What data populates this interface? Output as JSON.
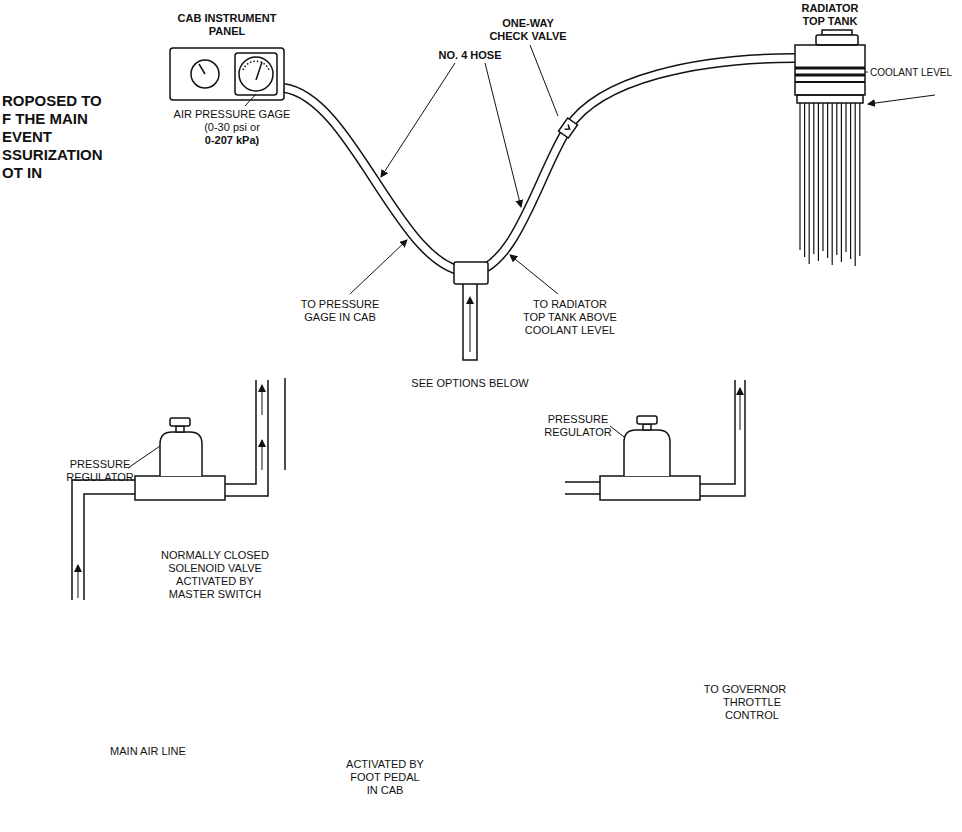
{
  "diagram": {
    "nodes": [
      {
        "text": [
          "CAB INSTRUMENT PANEL"
        ]
      },
      {
        "text": [
          "RADIATOR TOP TANK"
        ]
      }
    ],
    "edges": [
      {
        "from": 0,
        "to": 1,
        "arrow": "none"
      }
    ],
    "labels": [
      "ROPOSED TO",
      "F THE MAIN",
      "EVENT",
      "SSURIZATION",
      "OT IN",
      "AIR PRESSURE GAGE",
      "(0-30 psi or",
      "0-207 kPa)",
      "ONE-WAY",
      "CHECK VALVE",
      "NO. 4 HOSE",
      "COOLANT LEVEL",
      "TO PRESSURE",
      "GAGE IN CAB",
      "TO RADIATOR",
      "TOP TANK ABOVE",
      "COOLANT LEVEL",
      "SEE OPTIONS BELOW",
      "PRESSURE",
      "REGULATOR",
      "NORMALLY CLOSED",
      "SOLENOID VALVE",
      "ACTIVATED BY",
      "MASTER SWITCH",
      "MAIN AIR LINE",
      "ACTIVATED BY",
      "FOOT PEDAL",
      "IN CAB",
      "PRESSURE",
      "REGULATOR",
      "TO GOVERNOR",
      "THROTTLE",
      "CONTROL"
    ]
  }
}
